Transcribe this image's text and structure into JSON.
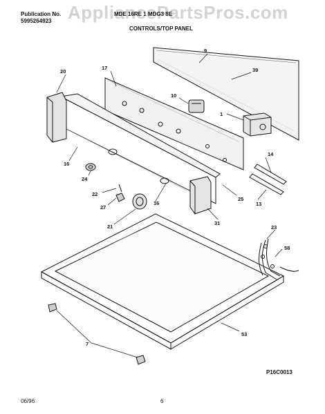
{
  "header": {
    "publication_label": "Publication No.",
    "publication_number": "5995264923",
    "model_line": "MDE 16RE 1 MDG3 8E",
    "section_title": "CONTROLS/TOP PANEL",
    "watermark": "AppliancePartsPros.com"
  },
  "footer": {
    "date": "06/96",
    "page_number": "6",
    "diagram_code": "P16C0013"
  },
  "callouts": {
    "c9": "9",
    "c39": "39",
    "c17": "17",
    "c20": "20",
    "c10": "10",
    "c1": "1",
    "c16a": "16",
    "c24": "24",
    "c14": "14",
    "c22": "22",
    "c27": "27",
    "c25": "25",
    "c13": "13",
    "c16b": "16",
    "c21": "21",
    "c31": "31",
    "c23": "23",
    "c58": "58",
    "c53": "53",
    "c7": "7"
  }
}
